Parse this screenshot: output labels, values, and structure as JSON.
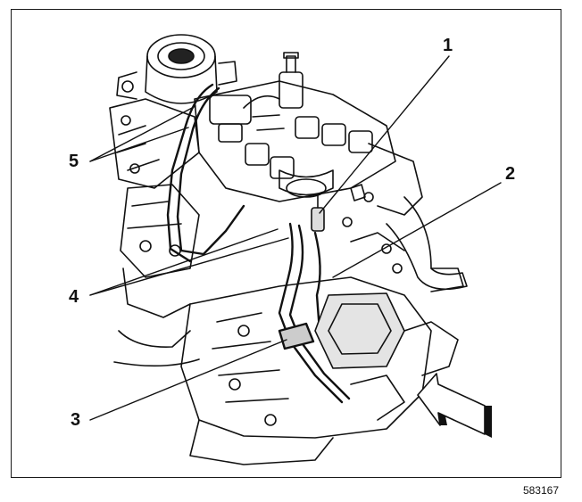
{
  "diagram": {
    "callouts": [
      {
        "id": "1",
        "label": "1"
      },
      {
        "id": "2",
        "label": "2"
      },
      {
        "id": "3",
        "label": "3"
      },
      {
        "id": "4",
        "label": "4"
      },
      {
        "id": "5",
        "label": "5"
      }
    ],
    "figure_number": "583167",
    "direction_arrow": "forward-arrow-icon",
    "colors": {
      "ink": "#111111",
      "paper": "#ffffff",
      "shade": "#9a9a9a"
    }
  }
}
